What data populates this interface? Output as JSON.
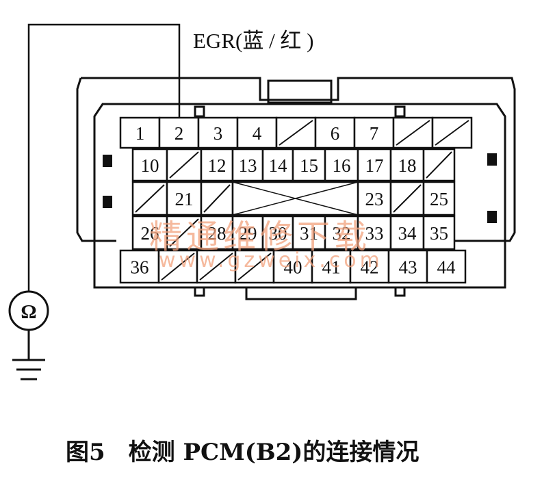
{
  "wire_label": "EGR(蓝 / 红 )",
  "meter_symbol": "Ω",
  "caption": "图5　检测 PCM(B2)的连接情况",
  "watermark": {
    "cn": "精通维修下载",
    "url": "www.gzweix.com",
    "color": "#f2a27d"
  },
  "connector": {
    "rows": [
      [
        "1",
        "2",
        "3",
        "4",
        "",
        "6",
        "7",
        "",
        ""
      ],
      [
        "10",
        "",
        "12",
        "13",
        "14",
        "15",
        "16",
        "17",
        "18",
        ""
      ],
      [
        "",
        "21",
        "",
        "",
        "",
        "",
        "",
        "23",
        "",
        "25"
      ],
      [
        "26",
        "",
        "28",
        "29",
        "30",
        "31",
        "32",
        "33",
        "34",
        "35"
      ],
      [
        "36",
        "",
        "",
        "",
        "40",
        "41",
        "42",
        "43",
        "44"
      ]
    ]
  },
  "icons": {
    "meter": "ohmmeter-icon",
    "ground": "ground-icon"
  }
}
